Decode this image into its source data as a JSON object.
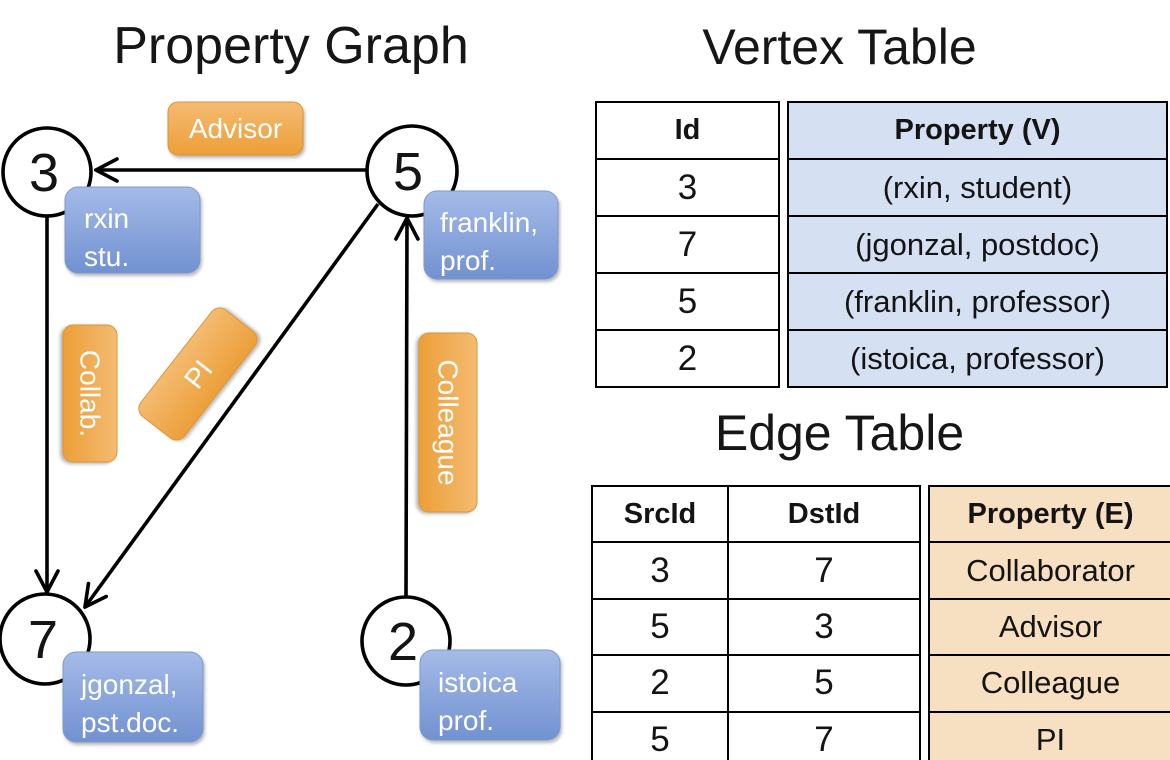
{
  "colors": {
    "background": "#FFFFFF",
    "line_black": "#000000",
    "node_fill": "#FFFFFF",
    "edge_label_orange_top": "#F4BB72",
    "edge_label_orange_bottom": "#EC9F38",
    "edge_label_border": "#DC9434",
    "vertex_label_blue_top": "#A5BBE8",
    "vertex_label_blue_bottom": "#7191D1",
    "vertex_label_border": "#7E99D0",
    "vertex_table_fill": "#D5E0F3",
    "edge_table_fill": "#F7DFC2",
    "label_text": "#FFFFFF",
    "title_text": "#161616"
  },
  "graph": {
    "title": "Property Graph",
    "nodes": [
      {
        "id": "3",
        "property_line1": "rxin",
        "property_line2": "stu."
      },
      {
        "id": "5",
        "property_line1": "franklin,",
        "property_line2": "prof."
      },
      {
        "id": "7",
        "property_line1": "jgonzal,",
        "property_line2": "pst.doc."
      },
      {
        "id": "2",
        "property_line1": "istoica",
        "property_line2": "prof."
      }
    ],
    "edges": [
      {
        "from": "5",
        "to": "3",
        "label": "Advisor"
      },
      {
        "from": "3",
        "to": "7",
        "label": "Collab."
      },
      {
        "from": "5",
        "to": "7",
        "label": "PI"
      },
      {
        "from": "2",
        "to": "5",
        "label": "Colleague"
      }
    ]
  },
  "vertex_table": {
    "title": "Vertex Table",
    "headers": {
      "id": "Id",
      "property": "Property (V)"
    },
    "rows": [
      {
        "id": "3",
        "property": "(rxin, student)"
      },
      {
        "id": "7",
        "property": "(jgonzal, postdoc)"
      },
      {
        "id": "5",
        "property": "(franklin, professor)"
      },
      {
        "id": "2",
        "property": "(istoica, professor)"
      }
    ]
  },
  "edge_table": {
    "title": "Edge Table",
    "headers": {
      "src": "SrcId",
      "dst": "DstId",
      "property": "Property (E)"
    },
    "rows": [
      {
        "src": "3",
        "dst": "7",
        "property": "Collaborator"
      },
      {
        "src": "5",
        "dst": "3",
        "property": "Advisor"
      },
      {
        "src": "2",
        "dst": "5",
        "property": "Colleague"
      },
      {
        "src": "5",
        "dst": "7",
        "property": "PI"
      }
    ]
  }
}
